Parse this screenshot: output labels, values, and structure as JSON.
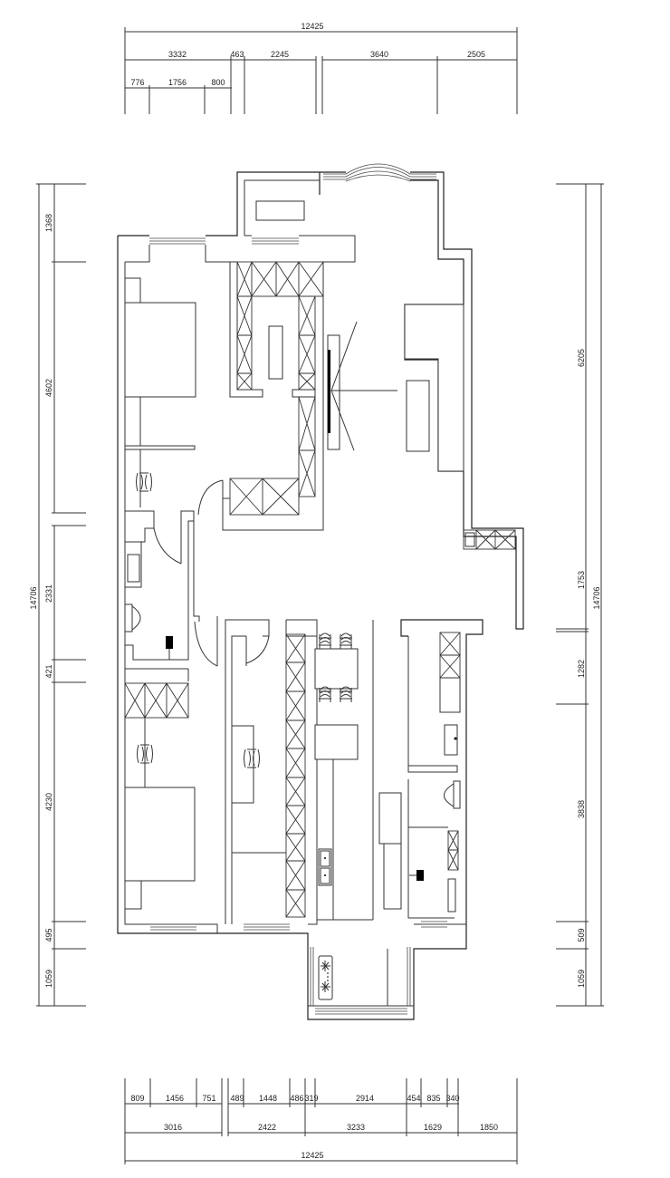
{
  "drawing": {
    "type": "architectural-floor-plan",
    "line_color": "#333333",
    "background": "#ffffff"
  },
  "dimensions": {
    "top": {
      "overall": "12425",
      "row2": [
        "3332",
        "463",
        "2245",
        "3640",
        "2505"
      ],
      "row3": [
        "776",
        "1756",
        "800"
      ]
    },
    "bottom": {
      "overall": "12425",
      "row2": [
        "3016",
        "2422",
        "3233",
        "1629",
        "1850"
      ],
      "row1": [
        "809",
        "1456",
        "751",
        "489",
        "1448",
        "486",
        "319",
        "2914",
        "454",
        "835",
        "340"
      ]
    },
    "left": {
      "overall": "14706",
      "segments": [
        "1368",
        "4602",
        "2331",
        "421",
        "4230",
        "495",
        "1059"
      ]
    },
    "right": {
      "overall": "14706",
      "segments": [
        "6205",
        "1753",
        "1282",
        "3838",
        "509",
        "1059"
      ]
    }
  },
  "icons": {
    "bed": "bed-icon",
    "chair": "chair-icon",
    "toilet": "toilet-icon",
    "sink": "sink-icon",
    "wardrobe": "wardrobe-icon",
    "tv": "tv-icon",
    "plant": "plant-icon"
  }
}
